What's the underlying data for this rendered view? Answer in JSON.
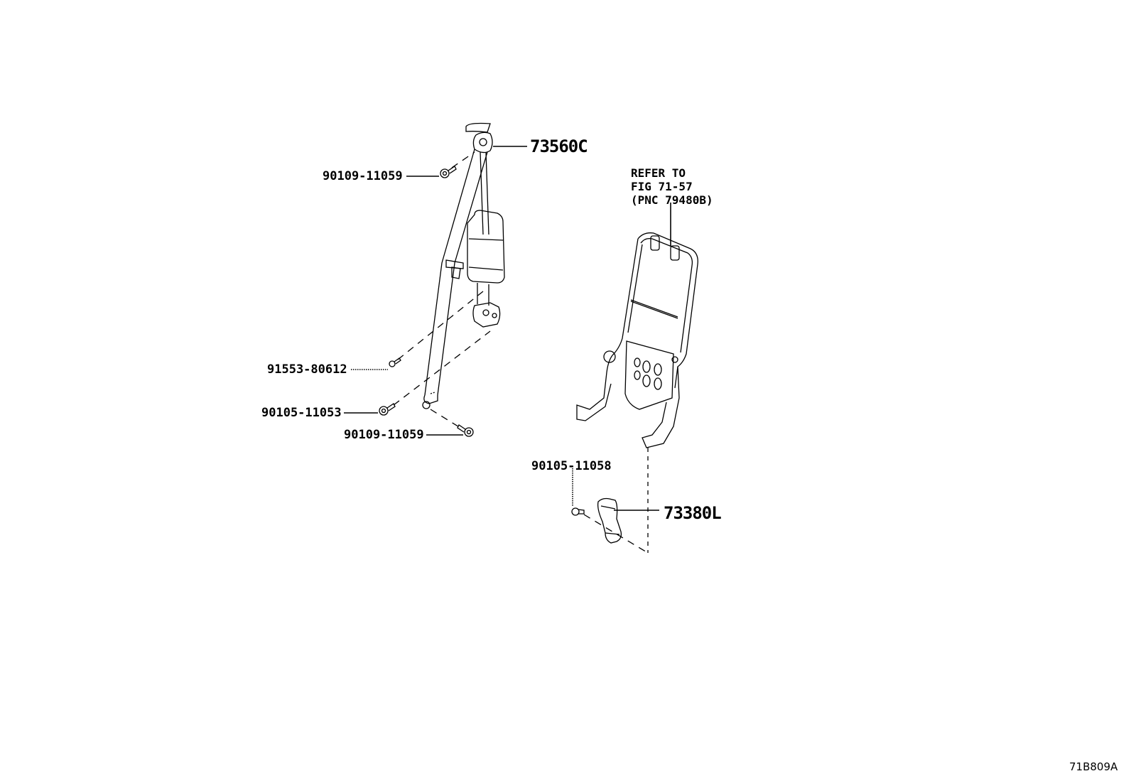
{
  "diagram": {
    "figure_id": "71B809A",
    "callouts": [
      {
        "id": "c1",
        "text": "73560C",
        "kind": "assembly"
      },
      {
        "id": "c2",
        "text": "90109-11059",
        "kind": "bolt"
      },
      {
        "id": "c3",
        "text": "91553-80612",
        "kind": "bolt"
      },
      {
        "id": "c4",
        "text": "90105-11053",
        "kind": "bolt"
      },
      {
        "id": "c5",
        "text": "90109-11059",
        "kind": "bolt"
      },
      {
        "id": "c6",
        "text": "90105-11058",
        "kind": "bolt"
      },
      {
        "id": "c7",
        "text": "73380L",
        "kind": "assembly"
      }
    ],
    "reference_note": {
      "line1": "REFER TO",
      "line2": "FIG 71-57",
      "line3": "(PNC 79480B)"
    },
    "components": [
      "seat-belt-retractor-assembly",
      "seat-back-frame",
      "seat-belt-buckle"
    ]
  }
}
